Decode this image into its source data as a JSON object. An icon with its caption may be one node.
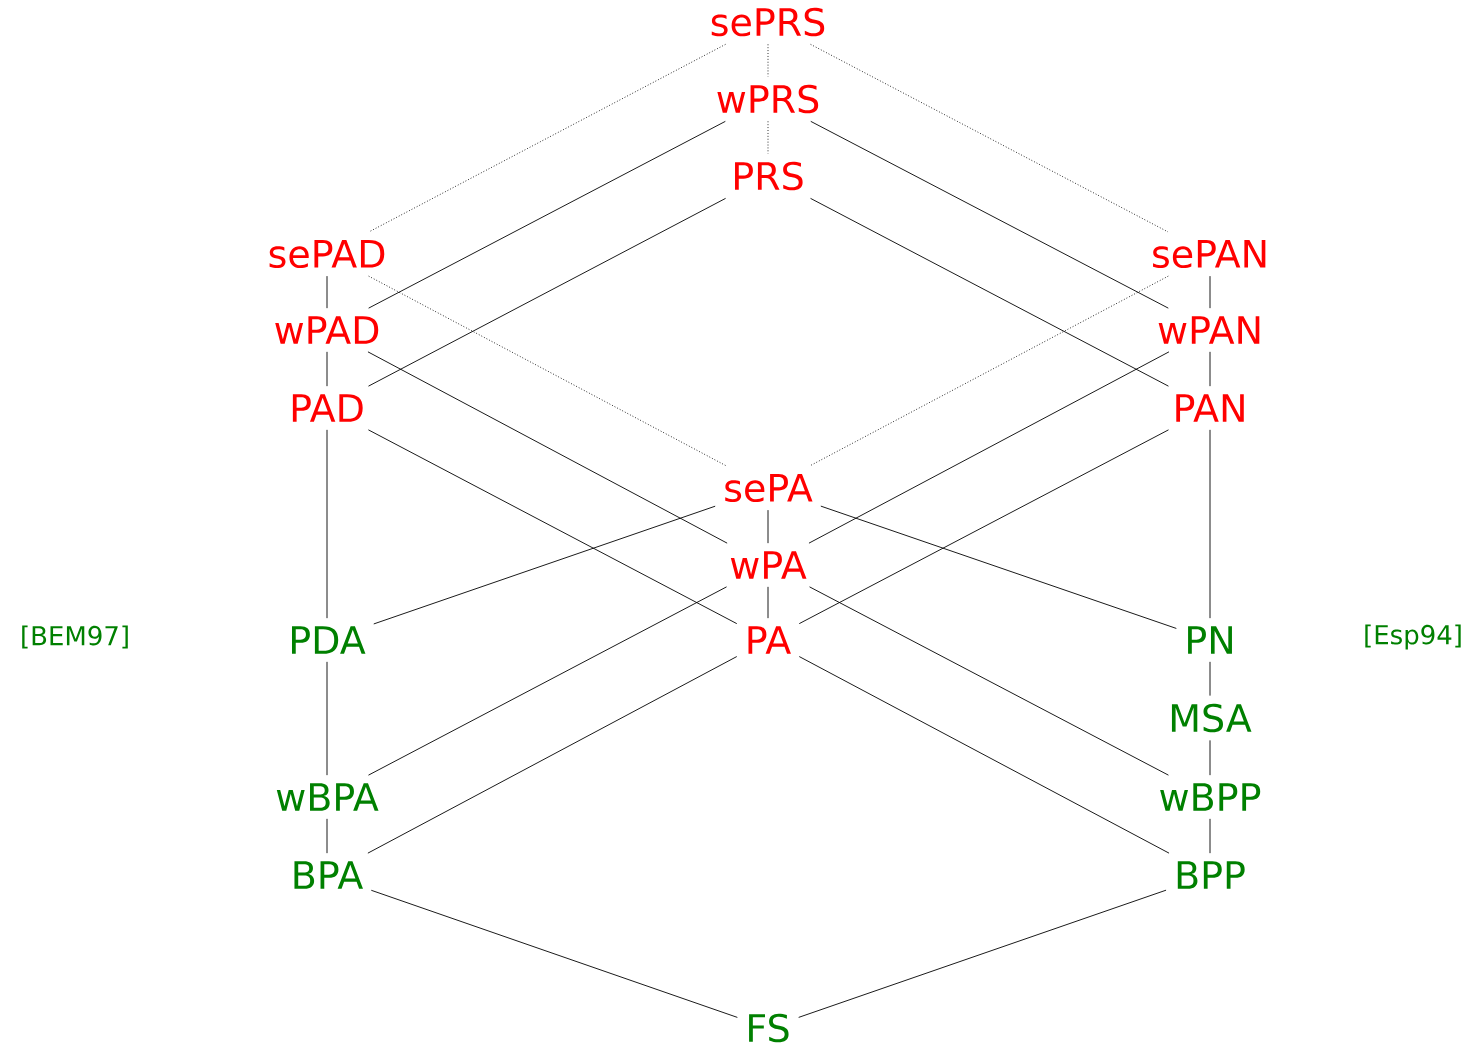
{
  "diagram": {
    "nodes": [
      {
        "text": [
          "sePRS"
        ]
      },
      {
        "text": [
          "wPRS"
        ]
      },
      {
        "text": [
          "PRS"
        ]
      },
      {
        "text": [
          "sePAD"
        ]
      },
      {
        "text": [
          "sePAN"
        ]
      },
      {
        "text": [
          "wPAD"
        ]
      },
      {
        "text": [
          "wPAN"
        ]
      },
      {
        "text": [
          "PAD"
        ]
      },
      {
        "text": [
          "PAN"
        ]
      },
      {
        "text": [
          "sePA"
        ]
      },
      {
        "text": [
          "wPA"
        ]
      },
      {
        "text": [
          "PDA"
        ]
      },
      {
        "text": [
          "PA"
        ]
      },
      {
        "text": [
          "PN"
        ]
      },
      {
        "text": [
          "MSA"
        ]
      },
      {
        "text": [
          "wBPA"
        ]
      },
      {
        "text": [
          "wBPP"
        ]
      },
      {
        "text": [
          "BPA"
        ]
      },
      {
        "text": [
          "BPP"
        ]
      },
      {
        "text": [
          "FS"
        ]
      }
    ],
    "edges": [
      {
        "from": 0,
        "to": 1,
        "arrow": "none",
        "style": "dashed"
      },
      {
        "from": 1,
        "to": 2,
        "arrow": "none",
        "style": "dashed"
      },
      {
        "from": 0,
        "to": 3,
        "arrow": "none",
        "style": "dashed"
      },
      {
        "from": 0,
        "to": 4,
        "arrow": "none",
        "style": "dashed"
      },
      {
        "from": 1,
        "to": 5,
        "arrow": "none"
      },
      {
        "from": 1,
        "to": 6,
        "arrow": "none"
      },
      {
        "from": 2,
        "to": 7,
        "arrow": "none"
      },
      {
        "from": 2,
        "to": 8,
        "arrow": "none"
      },
      {
        "from": 3,
        "to": 5,
        "arrow": "none"
      },
      {
        "from": 5,
        "to": 7,
        "arrow": "none"
      },
      {
        "from": 4,
        "to": 6,
        "arrow": "none"
      },
      {
        "from": 6,
        "to": 8,
        "arrow": "none"
      },
      {
        "from": 3,
        "to": 9,
        "arrow": "none",
        "style": "dashed"
      },
      {
        "from": 4,
        "to": 9,
        "arrow": "none",
        "style": "dashed"
      },
      {
        "from": 5,
        "to": 10,
        "arrow": "none"
      },
      {
        "from": 6,
        "to": 10,
        "arrow": "none"
      },
      {
        "from": 7,
        "to": 12,
        "arrow": "none"
      },
      {
        "from": 8,
        "to": 12,
        "arrow": "none"
      },
      {
        "from": 9,
        "to": 10,
        "arrow": "none"
      },
      {
        "from": 10,
        "to": 12,
        "arrow": "none"
      },
      {
        "from": 9,
        "to": 11,
        "arrow": "none"
      },
      {
        "from": 9,
        "to": 13,
        "arrow": "none"
      },
      {
        "from": 7,
        "to": 11,
        "arrow": "none"
      },
      {
        "from": 8,
        "to": 13,
        "arrow": "none"
      },
      {
        "from": 10,
        "to": 15,
        "arrow": "none"
      },
      {
        "from": 10,
        "to": 16,
        "arrow": "none"
      },
      {
        "from": 12,
        "to": 17,
        "arrow": "none"
      },
      {
        "from": 12,
        "to": 18,
        "arrow": "none"
      },
      {
        "from": 11,
        "to": 15,
        "arrow": "none"
      },
      {
        "from": 15,
        "to": 17,
        "arrow": "none"
      },
      {
        "from": 13,
        "to": 14,
        "arrow": "none"
      },
      {
        "from": 14,
        "to": 16,
        "arrow": "none"
      },
      {
        "from": 16,
        "to": 18,
        "arrow": "none"
      },
      {
        "from": 17,
        "to": 19,
        "arrow": "none"
      },
      {
        "from": 18,
        "to": 19,
        "arrow": "none"
      }
    ],
    "labels": [
      "[BEM97]",
      "[Esp94]"
    ]
  }
}
